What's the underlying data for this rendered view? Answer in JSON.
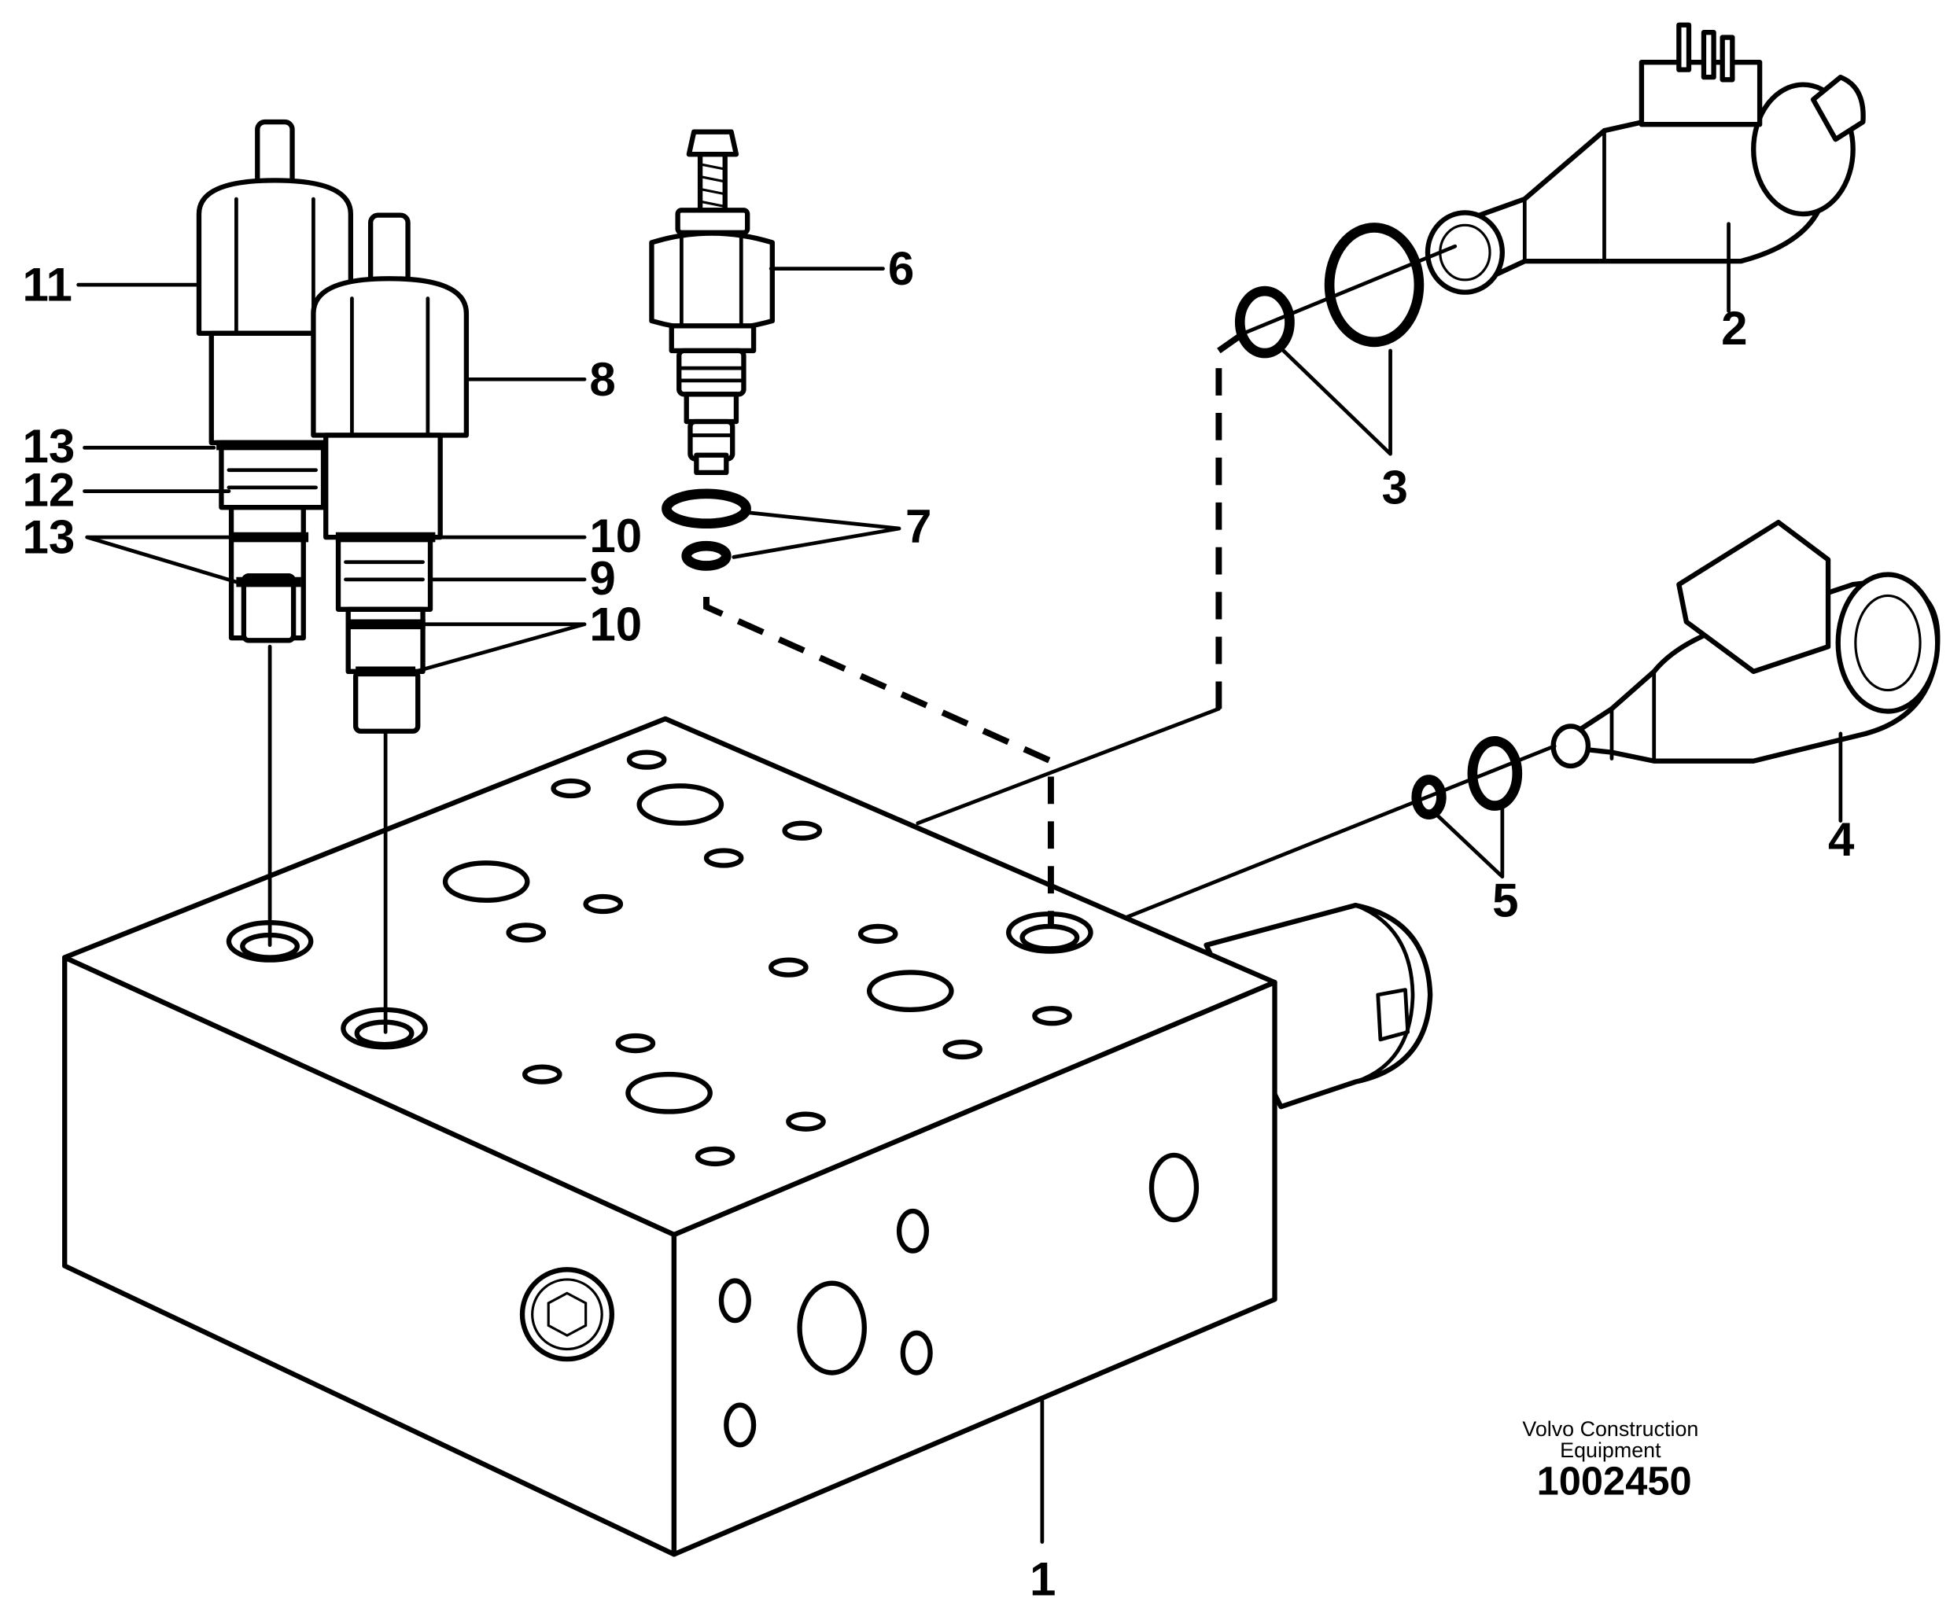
{
  "callouts": [
    "1",
    "2",
    "3",
    "4",
    "5",
    "6",
    "7",
    "8",
    "9",
    "10",
    "10",
    "11",
    "12",
    "13",
    "13"
  ],
  "footer": {
    "brand_line1": "Volvo Construction",
    "brand_line2": "Equipment",
    "document_number": "1002450"
  }
}
